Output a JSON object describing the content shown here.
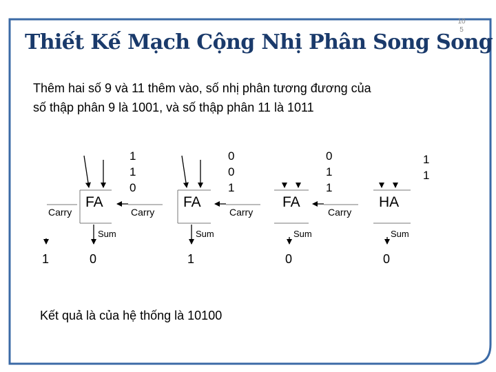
{
  "slide_number": [
    "10",
    "5"
  ],
  "title": "Thiết Kế Mạch Cộng Nhị Phân Song Song",
  "description": [
    "Thêm hai số 9 và 11 thêm vào, số nhị phân tương đương của",
    "số thập phân 9 là 1001, và số thập phân 11 là 1011"
  ],
  "result": "Kết quả là của hệ thống là 10100",
  "circuit": {
    "adders": [
      {
        "label": "FA",
        "inputs": [
          "1",
          "1",
          "0"
        ],
        "sum_label": "Sum",
        "sum_value": "0",
        "carry_label": "Carry"
      },
      {
        "label": "FA",
        "inputs": [
          "0",
          "0",
          "1"
        ],
        "sum_label": "Sum",
        "sum_value": "1",
        "carry_label": "Carry"
      },
      {
        "label": "FA",
        "inputs": [
          "0",
          "1",
          "1"
        ],
        "sum_label": "Sum",
        "sum_value": "0",
        "carry_label": "Carry"
      },
      {
        "label": "HA",
        "inputs": [
          "1",
          "1"
        ],
        "sum_label": "Sum",
        "sum_value": "0",
        "carry_label": "Carry"
      }
    ],
    "carry_out_label": "Carry",
    "carry_out_value": "1"
  },
  "colors": {
    "title": "#1a3a6b",
    "frame": "#3b6aa6"
  }
}
